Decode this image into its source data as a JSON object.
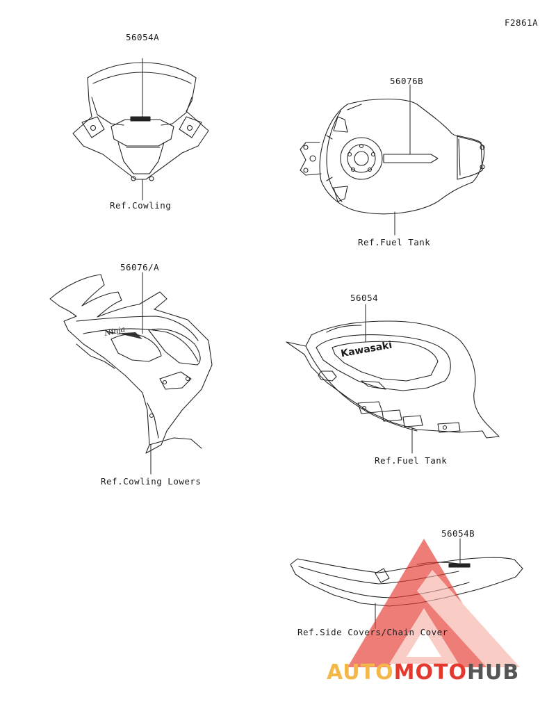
{
  "figure_id": "F2861A",
  "parts": [
    {
      "part_number": "56054A",
      "reference": "Ref.Cowling"
    },
    {
      "part_number": "56076B",
      "reference": "Ref.Fuel Tank"
    },
    {
      "part_number": "56076/A",
      "reference": "Ref.Cowling Lowers"
    },
    {
      "part_number": "56054",
      "reference": "Ref.Fuel Tank"
    },
    {
      "part_number": "56054B",
      "reference": "Ref.Side Covers/Chain Cover"
    }
  ],
  "decal_text": {
    "cowling_logo": "Kawasaki",
    "lower_logo": "Ninja",
    "tank_logo": "Kawasaki"
  },
  "watermark": {
    "part1": "AUTO",
    "part2": "MOTO",
    "part3": "HUB",
    "color_a": "#f4b84a",
    "color_b": "#e5392f",
    "color_c": "#555555"
  }
}
